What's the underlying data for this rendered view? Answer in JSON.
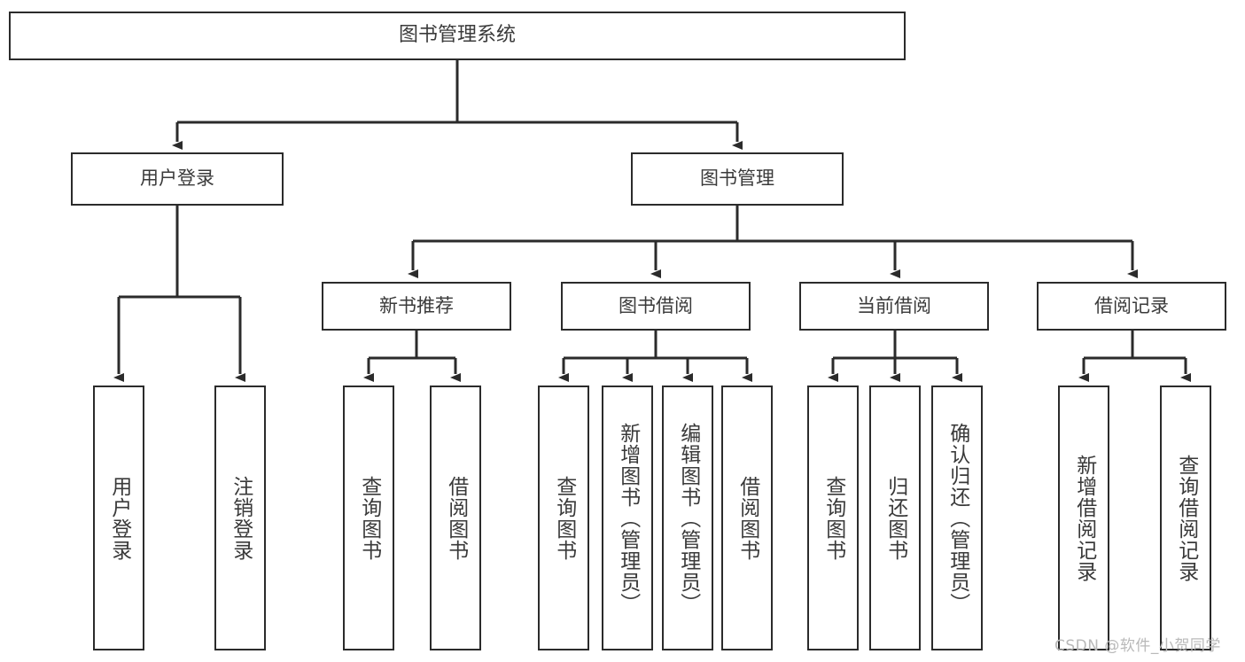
{
  "diagram": {
    "title": "图书管理系统",
    "type": "hierarchy-tree",
    "watermark": "CSDN @软件_小贺同学",
    "colors": {
      "stroke": "#2b2b2b",
      "fill": "#ffffff",
      "text": "#3a3a3a",
      "watermark": "#b9b9b9"
    },
    "nodes": {
      "root": {
        "label": "图书管理系统",
        "level": 1,
        "orientation": "horizontal"
      },
      "user_login": {
        "label": "用户登录",
        "level": 2,
        "orientation": "horizontal"
      },
      "book_manage": {
        "label": "图书管理",
        "level": 2,
        "orientation": "horizontal"
      },
      "new_book_rec": {
        "label": "新书推荐",
        "level": 3,
        "orientation": "horizontal"
      },
      "book_borrow": {
        "label": "图书借阅",
        "level": 3,
        "orientation": "horizontal"
      },
      "current_borrow": {
        "label": "当前借阅",
        "level": 3,
        "orientation": "horizontal"
      },
      "borrow_record": {
        "label": "借阅记录",
        "level": 3,
        "orientation": "horizontal"
      },
      "leaf_user_login": {
        "label": "用户登录",
        "level": 3,
        "orientation": "vertical"
      },
      "leaf_logout": {
        "label": "注销登录",
        "level": 3,
        "orientation": "vertical"
      },
      "leaf_query_book_1": {
        "label": "查询图书",
        "level": 4,
        "orientation": "vertical"
      },
      "leaf_borrow_book_1": {
        "label": "借阅图书",
        "level": 4,
        "orientation": "vertical"
      },
      "leaf_query_book_2": {
        "label": "查询图书",
        "level": 4,
        "orientation": "vertical"
      },
      "leaf_add_book": {
        "label": "新增图书（管理员）",
        "level": 4,
        "orientation": "vertical"
      },
      "leaf_edit_book": {
        "label": "编辑图书（管理员）",
        "level": 4,
        "orientation": "vertical"
      },
      "leaf_borrow_book_2": {
        "label": "借阅图书",
        "level": 4,
        "orientation": "vertical"
      },
      "leaf_query_book_3": {
        "label": "查询图书",
        "level": 4,
        "orientation": "vertical"
      },
      "leaf_return_book": {
        "label": "归还图书",
        "level": 4,
        "orientation": "vertical"
      },
      "leaf_confirm_return": {
        "label": "确认归还（管理员）",
        "level": 4,
        "orientation": "vertical"
      },
      "leaf_add_record": {
        "label": "新增借阅记录",
        "level": 4,
        "orientation": "vertical"
      },
      "leaf_query_record": {
        "label": "查询借阅记录",
        "level": 4,
        "orientation": "vertical"
      }
    },
    "edges": [
      {
        "from": "root",
        "to": "user_login"
      },
      {
        "from": "root",
        "to": "book_manage"
      },
      {
        "from": "user_login",
        "to": "leaf_user_login"
      },
      {
        "from": "user_login",
        "to": "leaf_logout"
      },
      {
        "from": "book_manage",
        "to": "new_book_rec"
      },
      {
        "from": "book_manage",
        "to": "book_borrow"
      },
      {
        "from": "book_manage",
        "to": "current_borrow"
      },
      {
        "from": "book_manage",
        "to": "borrow_record"
      },
      {
        "from": "new_book_rec",
        "to": "leaf_query_book_1"
      },
      {
        "from": "new_book_rec",
        "to": "leaf_borrow_book_1"
      },
      {
        "from": "book_borrow",
        "to": "leaf_query_book_2"
      },
      {
        "from": "book_borrow",
        "to": "leaf_add_book"
      },
      {
        "from": "book_borrow",
        "to": "leaf_edit_book"
      },
      {
        "from": "book_borrow",
        "to": "leaf_borrow_book_2"
      },
      {
        "from": "current_borrow",
        "to": "leaf_query_book_3"
      },
      {
        "from": "current_borrow",
        "to": "leaf_return_book"
      },
      {
        "from": "current_borrow",
        "to": "leaf_confirm_return"
      },
      {
        "from": "borrow_record",
        "to": "leaf_add_record"
      },
      {
        "from": "borrow_record",
        "to": "leaf_query_record"
      }
    ]
  }
}
